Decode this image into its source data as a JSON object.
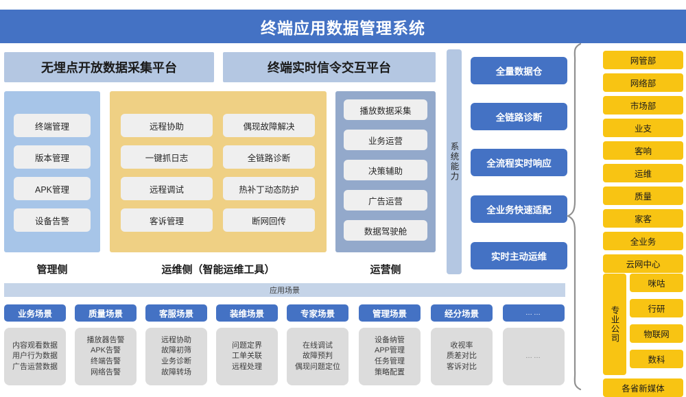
{
  "header": {
    "title": "终端应用数据管理系统",
    "bg": "#4472C4"
  },
  "platforms": [
    {
      "label": "无埋点开放数据采集平台"
    },
    {
      "label": "终端实时信令交互平台"
    }
  ],
  "panels": {
    "manage": {
      "caption": "管理侧",
      "color": "#A7C5E8",
      "items": [
        "终端管理",
        "版本管理",
        "APK管理",
        "设备告警"
      ]
    },
    "ops": {
      "caption": "运维侧（智能运维工具）",
      "color": "#EFD084",
      "col_a": [
        "远程协助",
        "一键抓日志",
        "远程调试",
        "客诉管理"
      ],
      "col_b": [
        "偶现故障解决",
        "全链路诊断",
        "热补丁动态防护",
        "断网回传"
      ]
    },
    "biz": {
      "caption": "运营侧",
      "color": "#93A9CB",
      "items": [
        "播放数据采集",
        "业务运营",
        "决策辅助",
        "广告运营",
        "数据驾驶舱"
      ]
    }
  },
  "system_capability": {
    "label": "系统能力",
    "boxes": [
      "全量数据仓",
      "全链路诊断",
      "全流程实时响应",
      "全业务快速适配",
      "实时主动运维"
    ],
    "box_color": "#4472C4"
  },
  "departments": {
    "color": "#F8C413",
    "top": [
      "网管部",
      "网络部",
      "市场部",
      "业支",
      "客响",
      "运维",
      "质量",
      "家客",
      "全业务",
      "云网中心"
    ],
    "group_label": "专业公司",
    "group_items": [
      "咪咕",
      "行研",
      "物联网",
      "数科"
    ],
    "bottom": [
      "各省新媒体"
    ]
  },
  "scenarios": {
    "banner": "应用场景",
    "columns": [
      {
        "title": "业务场景",
        "lines": [
          "内容观看数据",
          "用户行为数据",
          "广告运营数据"
        ]
      },
      {
        "title": "质量场景",
        "lines": [
          "播放器告警",
          "APK告警",
          "终端告警",
          "网络告警"
        ]
      },
      {
        "title": "客服场景",
        "lines": [
          "远程协助",
          "故障初筛",
          "业务诊断",
          "故障转场"
        ]
      },
      {
        "title": "装维场景",
        "lines": [
          "问题定界",
          "工单关联",
          "远程处理"
        ]
      },
      {
        "title": "专家场景",
        "lines": [
          "在线调试",
          "故障预判",
          "偶现问题定位"
        ]
      },
      {
        "title": "管理场景",
        "lines": [
          "设备纳管",
          "APP管理",
          "任务管理",
          "策略配置"
        ]
      },
      {
        "title": "经分场景",
        "lines": [
          "收视率",
          "质差对比",
          "客诉对比"
        ]
      },
      {
        "title": "……",
        "lines": [
          "……"
        ]
      }
    ]
  }
}
